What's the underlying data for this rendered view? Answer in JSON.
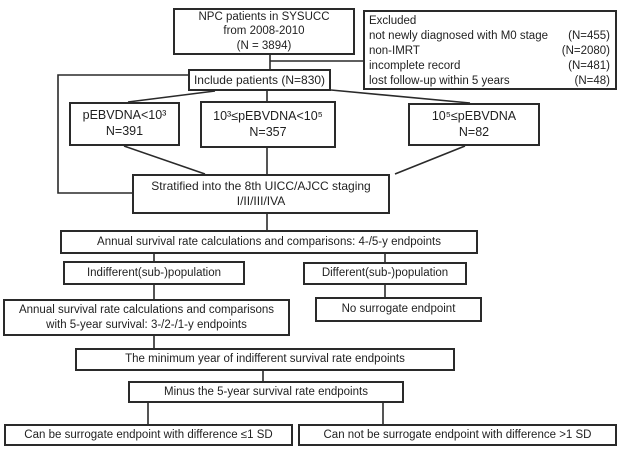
{
  "colors": {
    "line": "#2a2a2a",
    "box_border": "#2a2a2a",
    "text": "#1f1f1f",
    "background": "#ffffff"
  },
  "boxes": {
    "npc": {
      "lines": [
        "NPC patients in SYSUCC",
        "from 2008-2010",
        "(N = 3894)"
      ]
    },
    "excluded": {
      "title": "Excluded",
      "items": [
        {
          "label": "not newly diagnosed with M0 stage",
          "count": "(N=455)"
        },
        {
          "label": "non-IMRT",
          "count": "(N=2080)"
        },
        {
          "label": "incomplete record",
          "count": "(N=481)"
        },
        {
          "label": "lost follow-up within 5 years",
          "count": "(N=48)"
        }
      ]
    },
    "include": {
      "text": "Include patients (N=830)"
    },
    "ebv_low": {
      "lines": [
        "pEBVDNA<10³",
        "N=391"
      ]
    },
    "ebv_mid": {
      "lines": [
        "10³≤pEBVDNA<10⁵",
        "N=357"
      ]
    },
    "ebv_high": {
      "lines": [
        "10⁵≤pEBVDNA",
        "N=82"
      ]
    },
    "stratified": {
      "lines": [
        "Stratified into the 8th UICC/AJCC staging",
        "I/II/III/IVA"
      ]
    },
    "annual_45": {
      "text": "Annual survival rate calculations and comparisons: 4-/5-y endpoints"
    },
    "indifferent": {
      "text": "Indifferent(sub-)population"
    },
    "different": {
      "text": "Different(sub-)population"
    },
    "annual_321": {
      "lines": [
        "Annual survival rate calculations and comparisons",
        "with 5-year survival: 3-/2-/1-y endpoints"
      ]
    },
    "no_surrogate": {
      "text": "No surrogate endpoint"
    },
    "min_year": {
      "text": "The minimum year of indifferent survival rate endpoints"
    },
    "minus_5y": {
      "text": "Minus the 5-year survival rate endpoints"
    },
    "can_surrogate": {
      "text": "Can be surrogate endpoint with difference ≤1 SD"
    },
    "cannot_surrogate": {
      "text": "Can not be surrogate endpoint with difference >1 SD"
    }
  }
}
